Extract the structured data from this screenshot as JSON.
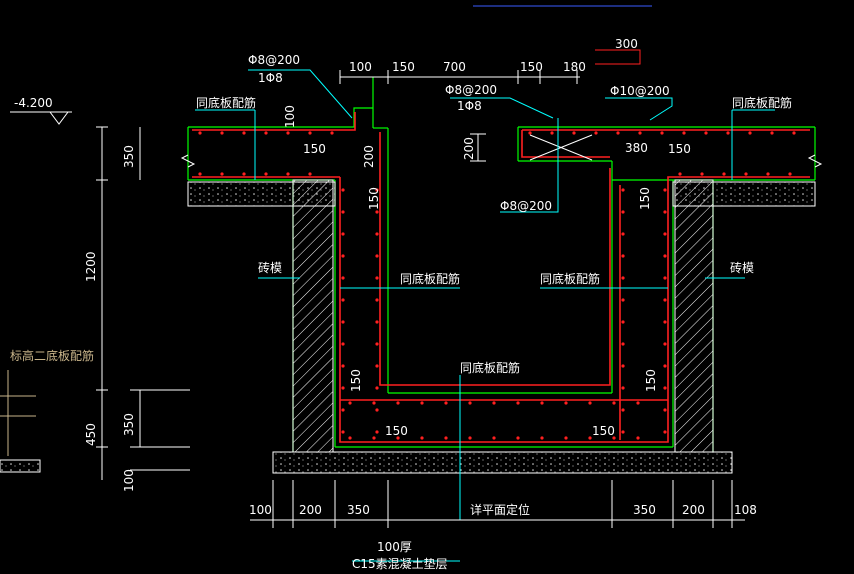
{
  "colors": {
    "background": "#000000",
    "concrete_line": "#00ff00",
    "rebar": "#ff2020",
    "dimension": "#ffffff",
    "leader": "#00ffff",
    "label_text": "#ffffff",
    "hatch": "#ffffff",
    "fill_dots": "#cccccc"
  },
  "elevation": "-4.200",
  "top_dims": [
    "100",
    "150",
    "700",
    "150",
    "180"
  ],
  "dim_300": "300",
  "rebar_labels": {
    "left_top_1": "Φ8@200",
    "left_top_2": "1Φ8",
    "mid_top_1": "Φ8@200",
    "mid_top_2": "1Φ8",
    "right_top": "Φ10@200",
    "bottom_mid": "Φ8@200"
  },
  "same_slab": "同底板配筋",
  "brick": "砖模",
  "left_edge_note": "标高二底板配筋",
  "small_dims": {
    "d100": "100",
    "d150_a": "150",
    "d200_a": "200",
    "d150_v": "150",
    "d200_b": "200",
    "d380": "380",
    "d150_b": "150",
    "d150_c": "150",
    "d150_d": "150",
    "d150_e": "150",
    "d150_f": "150",
    "d150_g": "150"
  },
  "left_dims": {
    "d350_top": "350",
    "d1200": "1200",
    "d350_bottom": "350",
    "d450": "450",
    "d100": "100"
  },
  "bottom_dims": [
    "100",
    "200",
    "350",
    "详平面定位",
    "350",
    "200",
    "108"
  ],
  "base_note_1": "100厚",
  "base_note_2": "C15素混凝土垫层"
}
